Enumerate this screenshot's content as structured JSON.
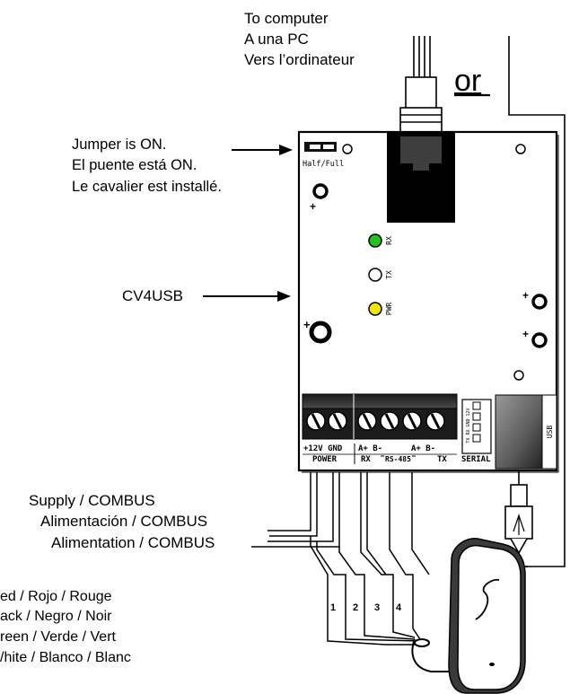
{
  "computer_label": [
    "To computer",
    "A una PC",
    "Vers l’ordinateur"
  ],
  "or_label": "or",
  "jumper_label": [
    "Jumper is ON.",
    "El puente está ON.",
    "Le cavalier est installé."
  ],
  "jumper_silk": "Half/Full",
  "device_label": "CV4USB",
  "supply_label": [
    "Supply / COMBUS",
    "Alimentación / COMBUS",
    "Alimentation / COMBUS"
  ],
  "wire_colors": [
    "ed / Rojo / Rouge",
    "ack / Negro / Noir",
    "reen / Verde / Vert",
    "/hite / Blanco / Blanc"
  ],
  "wire_numbers": [
    "1",
    "2",
    "3",
    "4"
  ],
  "led_labels": [
    "RX",
    "TX",
    "PWR"
  ],
  "terminal_labels": {
    "power_top": "+12V GND",
    "power_bottom": "POWER",
    "rx_top": "A+  B-",
    "rx_bottom": "RX",
    "rs485": "RS-485",
    "tx_top": "A+  B-",
    "tx_bottom": "TX"
  },
  "serial_label": "SERIAL",
  "serial_pins": "TX RX GND 12V",
  "usb_label": "USB",
  "colors": {
    "led_green": "#22c21f",
    "led_yellow": "#f2e600",
    "board": "#ffffff",
    "line": "#000000"
  }
}
